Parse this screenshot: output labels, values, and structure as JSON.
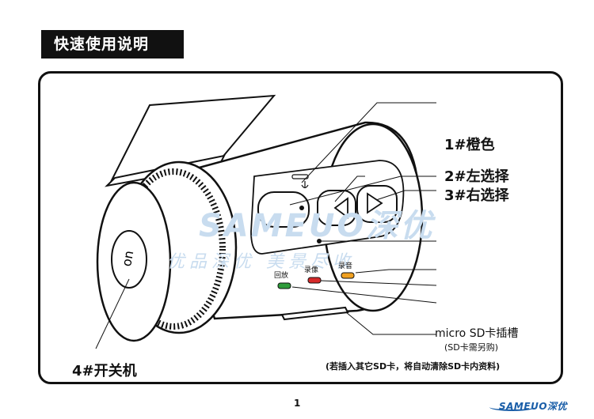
{
  "header": {
    "title": "快速使用说明"
  },
  "callouts": {
    "orange": "1#橙色",
    "left_select": "2#左选择",
    "right_select": "3#右选择",
    "power": "4#开关机"
  },
  "sd_slot": {
    "title": "micro SD卡插槽",
    "subtitle": "(SD卡需另购)",
    "note": "(若插入其它SD卡，将自动清除SD卡内资料)"
  },
  "leds": {
    "playback": "回放",
    "record_video": "录像",
    "record_audio": "录音"
  },
  "colors": {
    "playback_led": "#2e9b3a",
    "record_video_led": "#d62a2a",
    "record_audio_led": "#f0a020",
    "brand": "#1a5ea8"
  },
  "watermark": {
    "brand": "SAMEUO深优",
    "slogan": "优品深优 美景尽收"
  },
  "footer": {
    "page_number": "1",
    "logo": "SAMEUO深优"
  }
}
